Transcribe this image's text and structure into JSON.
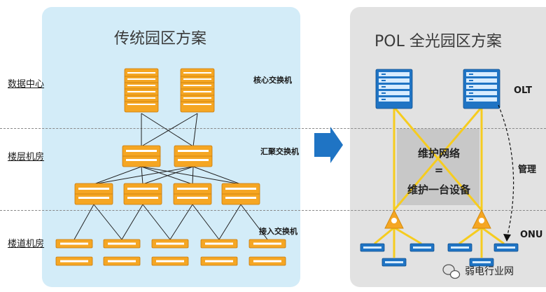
{
  "left": {
    "title": "传统园区方案",
    "rows": {
      "datacenter": "数据中心",
      "floor": "楼层机房",
      "corridor": "楼道机房"
    },
    "tiers": {
      "core": "核心交换机",
      "aggregation": "汇聚交换机",
      "access": "接入交换机"
    }
  },
  "right": {
    "title": "POL 全光园区方案",
    "olt": "OLT",
    "management": "管理",
    "onu": "ONU",
    "center_line1": "维护网络",
    "center_eq": "=",
    "center_line2": "维护一台设备"
  },
  "watermark": {
    "text": "弱电行业网",
    "logo_icon": "wechat-icon"
  },
  "colors": {
    "left_bg": "#d3ecf8",
    "right_bg": "#e2e2e2",
    "switch_orange": "#f5a623",
    "olt_blue": "#1f74c4",
    "fiber_yellow": "#f6cc1f",
    "arrow_blue": "#1f74c4"
  }
}
